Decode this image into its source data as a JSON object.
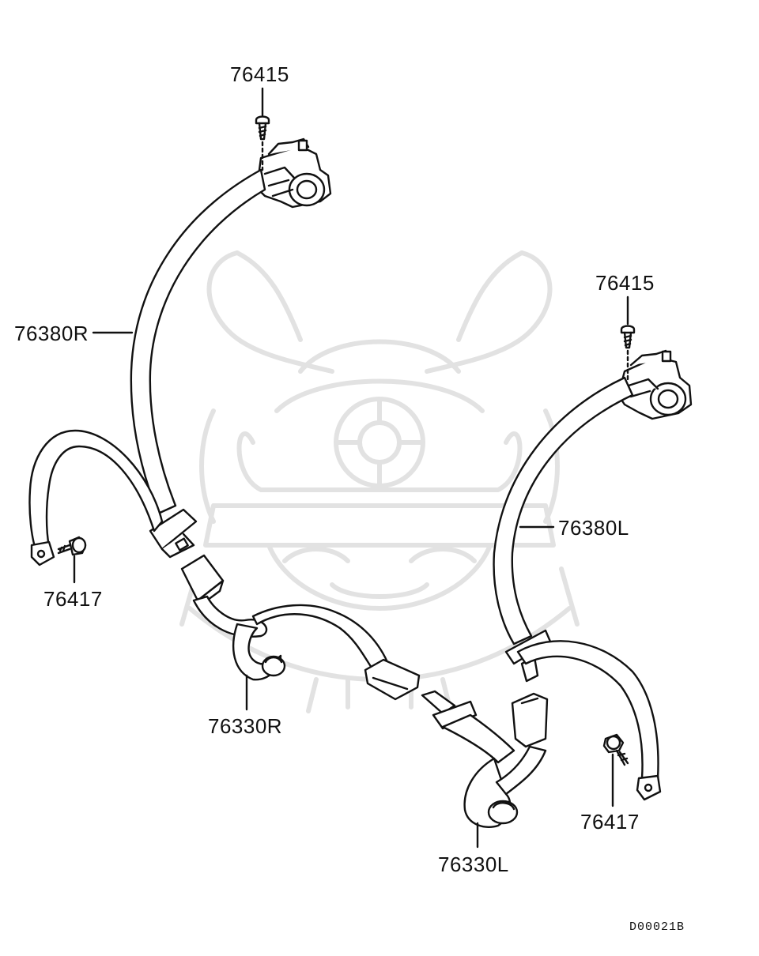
{
  "diagram": {
    "parts": [
      {
        "id": "label-76415-r",
        "text": "76415"
      },
      {
        "id": "label-76380r",
        "text": "76380R"
      },
      {
        "id": "label-76417-r",
        "text": "76417"
      },
      {
        "id": "label-76330r",
        "text": "76330R"
      },
      {
        "id": "label-76415-l",
        "text": "76415"
      },
      {
        "id": "label-76380l",
        "text": "76380L"
      },
      {
        "id": "label-76417-l",
        "text": "76417"
      },
      {
        "id": "label-76330l",
        "text": "76330L"
      }
    ],
    "drawing_code": "D00021B",
    "colors": {
      "line": "#111111",
      "watermark": "#e4e4e4",
      "fill": "#ffffff"
    }
  }
}
